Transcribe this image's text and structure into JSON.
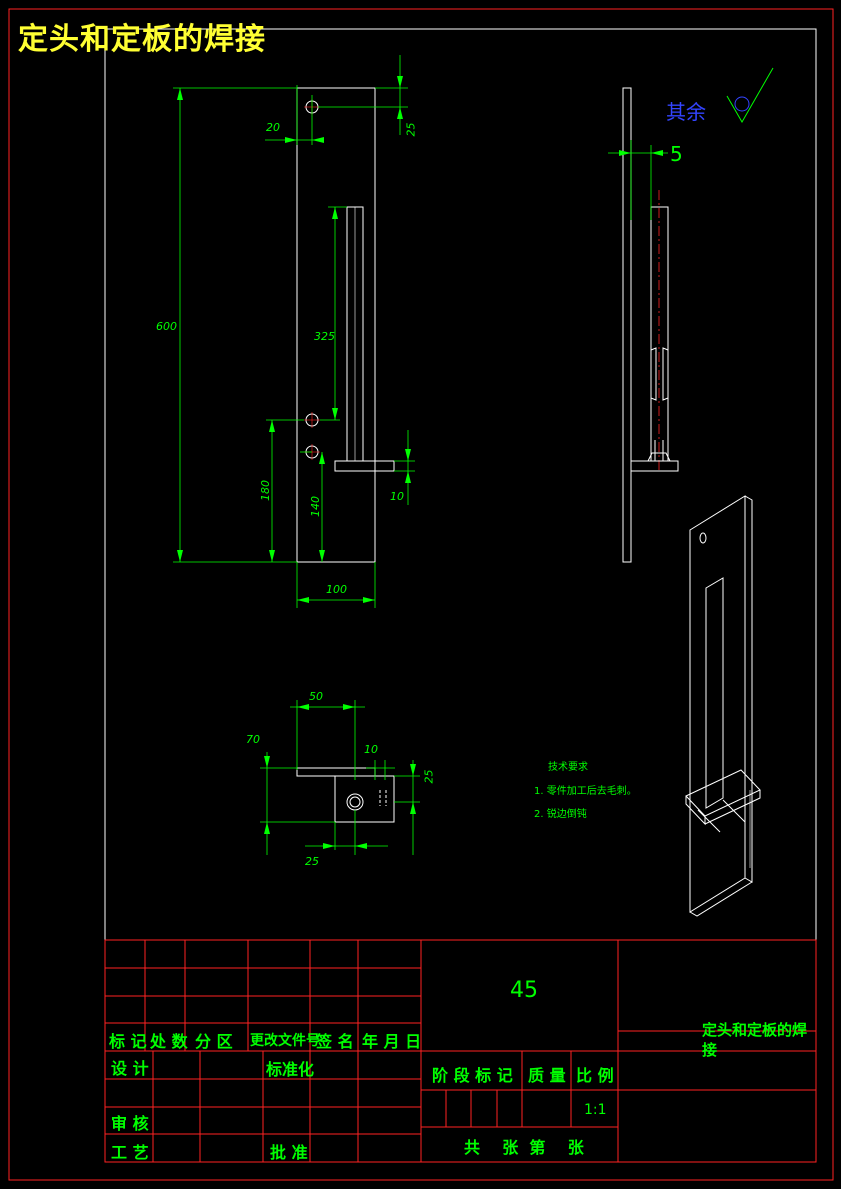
{
  "title": "定头和定板的焊接",
  "dimensions": {
    "d20": "20",
    "d25": "25",
    "d600": "600",
    "d325": "325",
    "d180": "180",
    "d140": "140",
    "d10": "10",
    "d100": "100",
    "d5": "5",
    "d50": "50",
    "d70": "70",
    "d10b": "10",
    "d25b": "25",
    "d25c": "25"
  },
  "roughness": {
    "label": "其余"
  },
  "notes": {
    "heading": "技术要求",
    "item1": "1. 零件加工后去毛刺。",
    "item2": "2. 锐边倒钝"
  },
  "title_block": {
    "revision_header": [
      "标 记",
      "处 数",
      "分  区",
      "更改文件号",
      "签 名",
      "年 月 日"
    ],
    "design": "设 计",
    "standardize": "标准化",
    "review": "审 核",
    "process": "工 艺",
    "approve": "批 准",
    "material": "45",
    "stage_mark": "阶 段 标 记",
    "weight": "质 量",
    "scale_label": "比 例",
    "scale": "1:1",
    "sheets": "共    张  第    张",
    "drawing_name": "定头和定板的焊接"
  },
  "colors": {
    "outline": "#ffffff",
    "dimension": "#00ff00",
    "frame": "#ff2222",
    "centerline": "#ff2222",
    "title": "#ffff33",
    "roughness": "#3344ff"
  }
}
